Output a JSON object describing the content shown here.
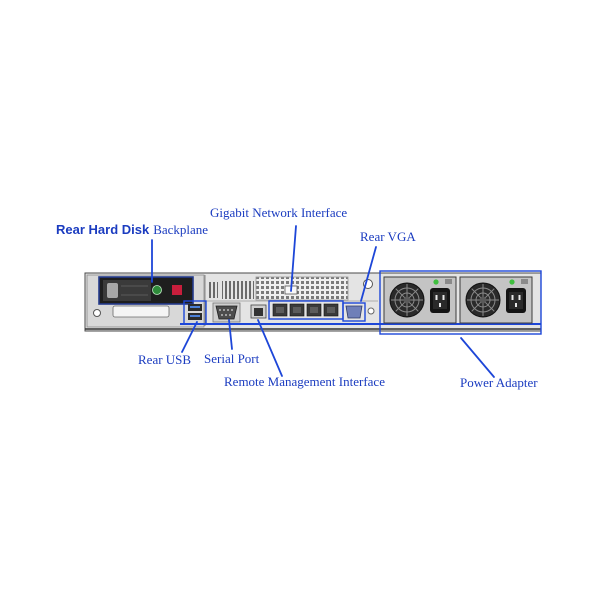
{
  "labels": {
    "rear_hard_disk": "Rear Hard Disk",
    "backplane": "Backplane",
    "gigabit_network_interface": "Gigabit Network Interface",
    "rear_vga": "Rear VGA",
    "rear_usb": "Rear USB",
    "serial_port": "Serial Port",
    "remote_management_interface": "Remote Management Interface",
    "power_adapter": "Power Adapter"
  },
  "colors": {
    "label_text": "#1b3cc0",
    "leader_line": "#1d46d8",
    "highlight_outline": "#1d46d8",
    "chassis": "#e4e4e4",
    "drive_led_green": "#2e8b3a",
    "drive_led_red": "#c81e3c",
    "psu_led_green": "#3fbf3f"
  }
}
